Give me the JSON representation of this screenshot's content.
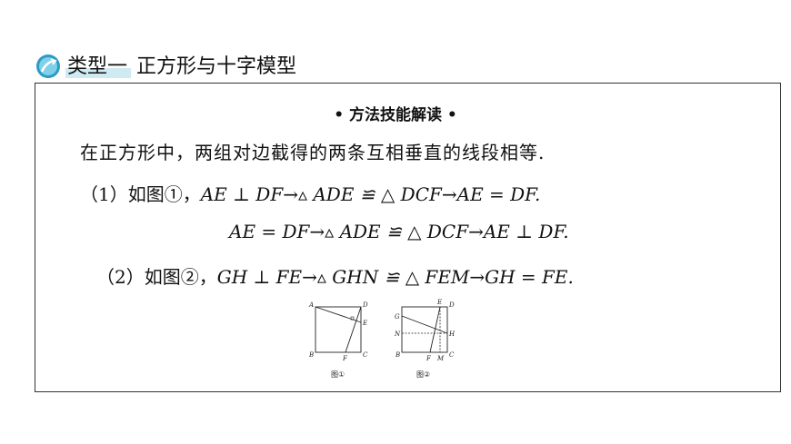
{
  "header": {
    "type_label": "类型一",
    "topic": "正方形与十字模型",
    "accent_color": "#cfeaf2",
    "icon": "arrow-badge-icon"
  },
  "method": {
    "title": "• 方法技能解读 •",
    "line1": "在正方形中，两组对边截得的两条互相垂直的线段相等.",
    "line2_prefix": "（1）如图①，",
    "line2_math": "AE ⊥ DF→▵ ADE ≌ △ DCF→AE = DF.",
    "line3_math": "AE = DF→▵ ADE ≌ △ DCF→AE ⊥ DF.",
    "line4_prefix": "（2）如图②，",
    "line4_math": "GH ⊥ FE→▵ GHN ≌ △ FEM→GH = FE."
  },
  "figures": {
    "fig1": {
      "caption": "图①",
      "labels": {
        "A": "A",
        "D": "D",
        "E": "E",
        "B": "B",
        "F": "F",
        "C": "C"
      }
    },
    "fig2": {
      "caption": "图②",
      "labels": {
        "E": "E",
        "D": "D",
        "G": "G",
        "N": "N",
        "H": "H",
        "B": "B",
        "F": "F",
        "M": "M",
        "C": "C"
      }
    }
  }
}
